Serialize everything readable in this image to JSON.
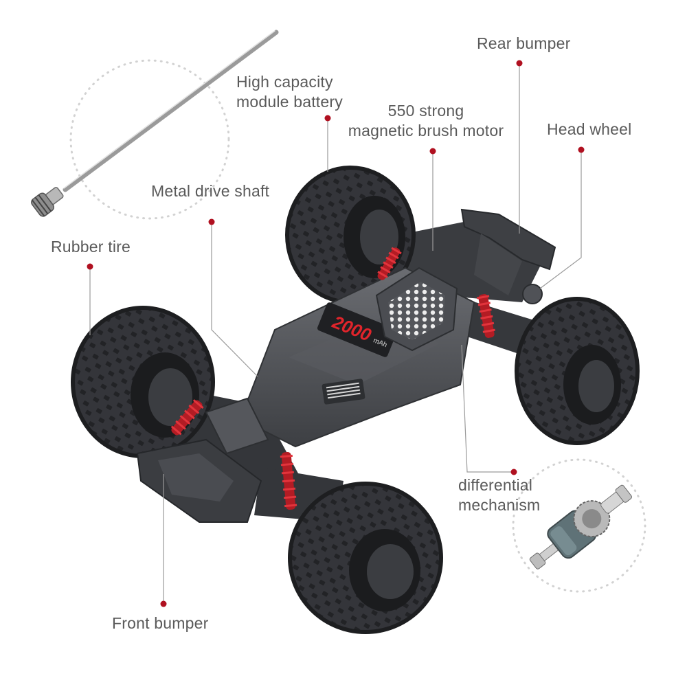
{
  "labels": {
    "rear_bumper": "Rear bumper",
    "battery": "High capacity\nmodule battery",
    "motor": "550 strong\nmagnetic brush motor",
    "head_wheel": "Head wheel",
    "drive_shaft": "Metal drive shaft",
    "rubber_tire": "Rubber tire",
    "differential": "differential\nmechanism",
    "front_bumper": "Front bumper"
  },
  "battery_print": {
    "capacity": "2000",
    "unit": "mAh"
  },
  "colors": {
    "label_text": "#5a5a5a",
    "leader_line": "#9a9a9a",
    "marker_dot": "#b01020",
    "chassis": "#4a4c50",
    "tire": "#2c2d30",
    "shock_spring": "#c8202a",
    "dotted_circle": "#cfcfcf"
  }
}
